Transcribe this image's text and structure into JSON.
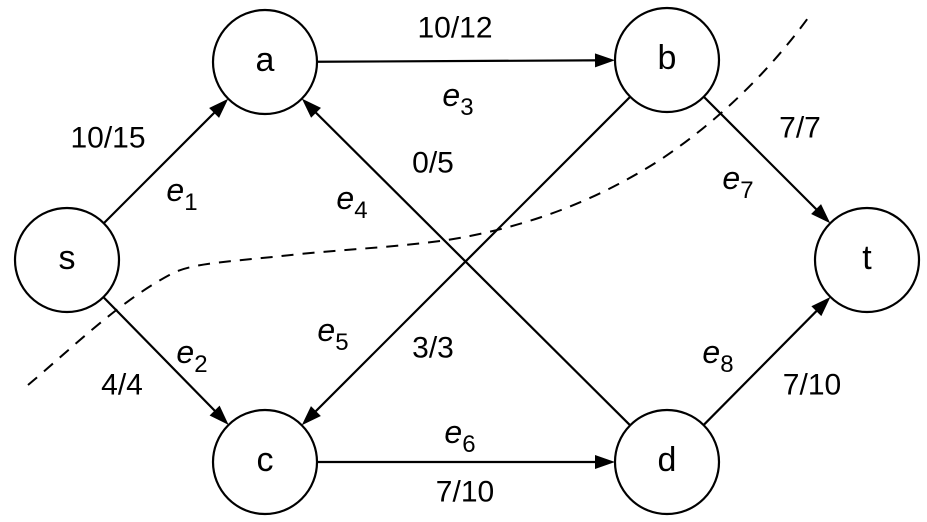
{
  "diagram": {
    "type": "flow-network",
    "description": "s-t flow network with flow/capacity labels and a dashed cut",
    "nodes": [
      {
        "id": "s",
        "label": "s"
      },
      {
        "id": "a",
        "label": "a"
      },
      {
        "id": "b",
        "label": "b"
      },
      {
        "id": "c",
        "label": "c"
      },
      {
        "id": "d",
        "label": "d"
      },
      {
        "id": "t",
        "label": "t"
      }
    ],
    "edges": [
      {
        "id": "e1",
        "name": "e",
        "sub": "1",
        "from": "s",
        "to": "a",
        "flow": 10,
        "capacity": 15,
        "label": "10/15"
      },
      {
        "id": "e2",
        "name": "e",
        "sub": "2",
        "from": "s",
        "to": "c",
        "flow": 4,
        "capacity": 4,
        "label": "4/4"
      },
      {
        "id": "e3",
        "name": "e",
        "sub": "3",
        "from": "a",
        "to": "b",
        "flow": 10,
        "capacity": 12,
        "label": "10/12"
      },
      {
        "id": "e4",
        "name": "e",
        "sub": "4",
        "from": "d",
        "to": "a",
        "flow": 0,
        "capacity": 5,
        "label": "0/5"
      },
      {
        "id": "e5",
        "name": "e",
        "sub": "5",
        "from": "b",
        "to": "c",
        "flow": 3,
        "capacity": 3,
        "label": "3/3"
      },
      {
        "id": "e6",
        "name": "e",
        "sub": "6",
        "from": "c",
        "to": "d",
        "flow": 7,
        "capacity": 10,
        "label": "7/10"
      },
      {
        "id": "e7",
        "name": "e",
        "sub": "7",
        "from": "b",
        "to": "t",
        "flow": 7,
        "capacity": 7,
        "label": "7/7"
      },
      {
        "id": "e8",
        "name": "e",
        "sub": "8",
        "from": "d",
        "to": "t",
        "flow": 7,
        "capacity": 10,
        "label": "7/10"
      }
    ],
    "cut": {
      "style": "dashed",
      "separates": [
        "s",
        "a"
      ]
    }
  }
}
